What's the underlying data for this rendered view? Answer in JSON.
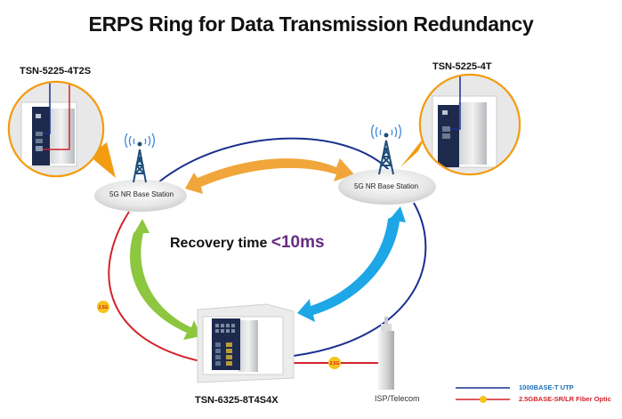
{
  "title": "ERPS Ring for Data Transmission Redundancy",
  "devices": {
    "left_switch": {
      "model": "TSN-5225-4T2S"
    },
    "right_switch": {
      "model": "TSN-5225-4T"
    },
    "center_switch": {
      "model": "TSN-6325-8T4S4X"
    }
  },
  "base_stations": [
    {
      "label": "5G NR Base Station"
    },
    {
      "label": "5G NR Base Station"
    }
  ],
  "recovery": {
    "label": "Recovery time",
    "value": "<10ms"
  },
  "isp": {
    "label": "ISP/Telecom"
  },
  "link_badges": [
    "2.5G",
    "2.5G"
  ],
  "legend": [
    {
      "label": "1000BASE-T UTP",
      "color": "#1a2f8f"
    },
    {
      "label": "2.5GBASE-SR/LR Fiber Optic",
      "color": "#d2232a"
    }
  ],
  "colors": {
    "utp": "#1a2f8f",
    "fiber": "#d2232a",
    "badge": "#f7c31a",
    "orange_arrow": "#f0a63a",
    "green_arrow": "#8dc63f",
    "blue_arrow": "#1ea7e6",
    "callout": "#f39c12",
    "tower": "#1f4e79",
    "recovery_value": "#662d82"
  }
}
